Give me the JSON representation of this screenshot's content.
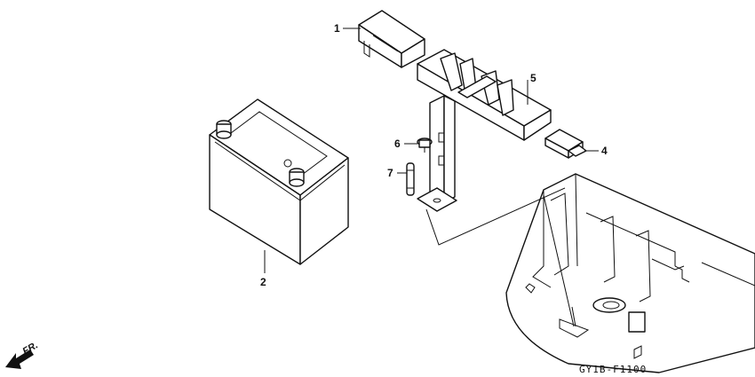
{
  "parts": [
    {
      "number": "1"
    },
    {
      "number": "2"
    },
    {
      "number": "4"
    },
    {
      "number": "5"
    },
    {
      "number": "6"
    },
    {
      "number": "7"
    }
  ],
  "direction_label": "FR.",
  "diagram_code": "GY1B-F1100"
}
